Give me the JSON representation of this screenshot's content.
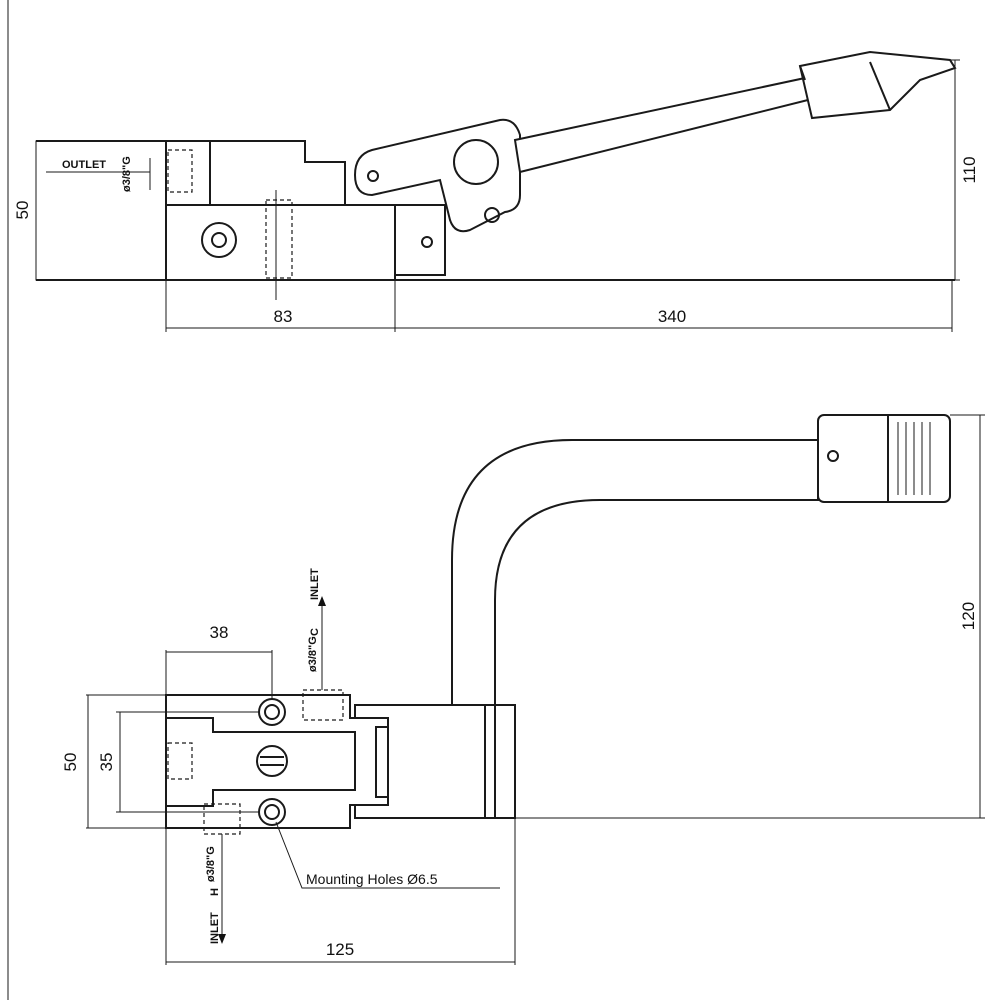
{
  "dimensions": {
    "top_height_left": "50",
    "top_height_right": "110",
    "top_width_body": "83",
    "top_width_lever": "340",
    "bottom_height_total": "50",
    "bottom_height_inner": "35",
    "bottom_width_holes": "38",
    "bottom_width_total": "125",
    "bottom_height_lever": "120"
  },
  "labels": {
    "outlet": "OUTLET",
    "outlet_thread": "ø3/8\"G",
    "inlet_c": "INLET",
    "inlet_c_letter": "C",
    "inlet_c_thread": "ø3/8\"G",
    "inlet_h": "INLET",
    "inlet_h_letter": "H",
    "inlet_h_thread": "ø3/8\"G",
    "mounting_holes": "Mounting Holes Ø6.5"
  }
}
